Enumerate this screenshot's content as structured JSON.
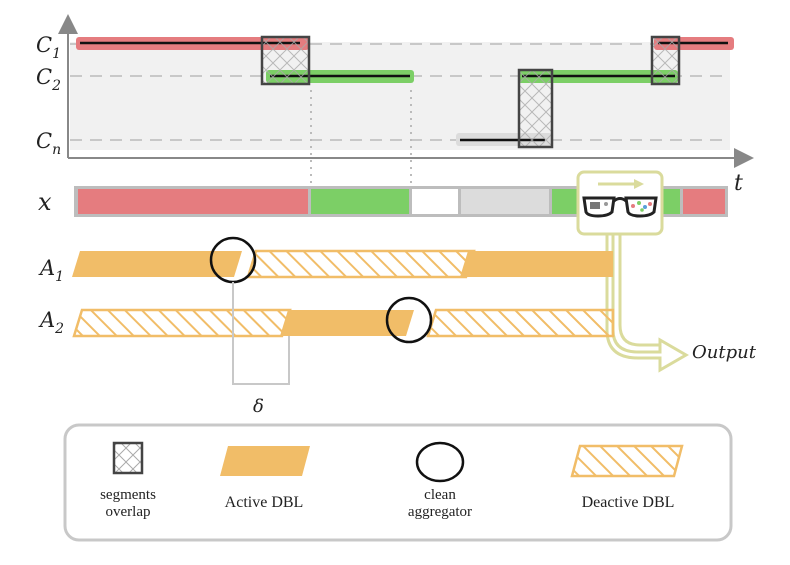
{
  "axis": {
    "time_label": "t",
    "channels": [
      {
        "base": "C",
        "sub": "1"
      },
      {
        "base": "C",
        "sub": "2"
      },
      {
        "base": "C",
        "sub": "n"
      }
    ]
  },
  "input_row_label": "x",
  "aggregators": [
    {
      "base": "A",
      "sub": "1"
    },
    {
      "base": "A",
      "sub": "2"
    }
  ],
  "delta_label": "δ",
  "output_label": "Output",
  "legend": {
    "segments_overlap": [
      "segments",
      "overlap"
    ],
    "active_dbl": "Active DBL",
    "clean_aggregator": [
      "clean",
      "aggregator"
    ],
    "deactive_dbl": "Deactive DBL"
  },
  "colors": {
    "red": "#e57c7f",
    "green": "#7ccf66",
    "gray": "#dcdcdc",
    "orange": "#f1bd68",
    "band": "#f1f1f1",
    "glass_frame": "#dadb9c"
  }
}
